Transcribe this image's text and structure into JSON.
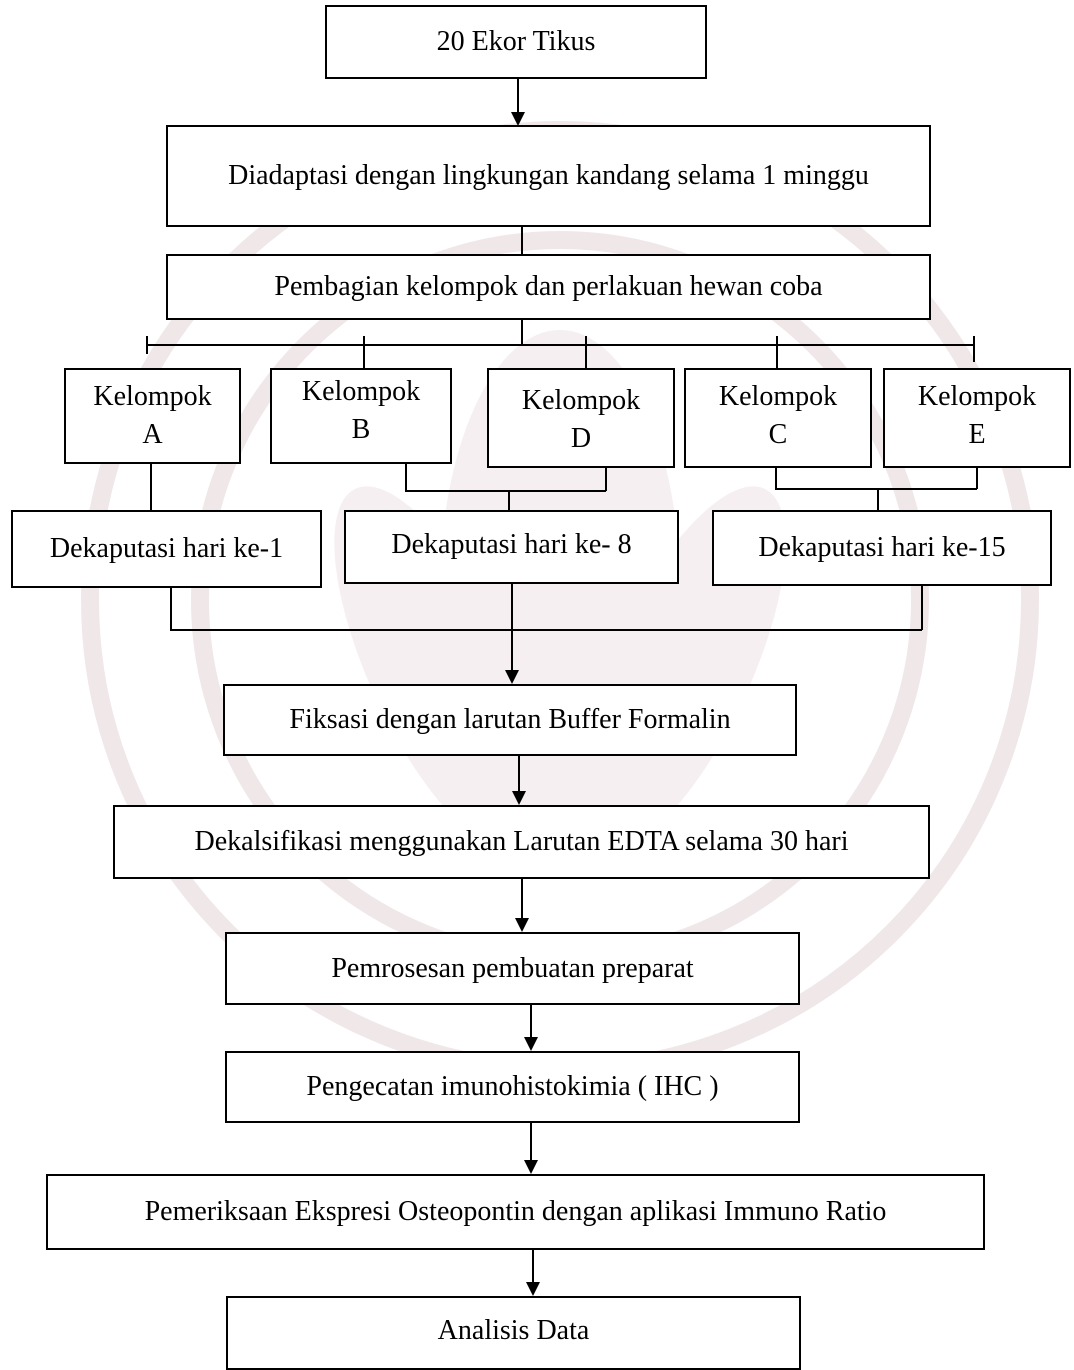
{
  "flowchart": {
    "step1": "20 Ekor Tikus",
    "step2": "Diadaptasi dengan lingkungan kandang selama 1 minggu",
    "step3": "Pembagian kelompok dan perlakuan hewan coba",
    "groups": [
      {
        "line1": "Kelompok",
        "line2": "A"
      },
      {
        "line1": "Kelompok",
        "line2": "B"
      },
      {
        "line1": "Kelompok",
        "line2": "D"
      },
      {
        "line1": "Kelompok",
        "line2": "C"
      },
      {
        "line1": "Kelompok",
        "line2": "E"
      }
    ],
    "decap": [
      "Dekaputasi hari ke-1",
      "Dekaputasi hari ke- 8",
      "Dekaputasi hari ke-15"
    ],
    "step_fiksasi": "Fiksasi dengan larutan Buffer Formalin",
    "step_dekalsifikasi": "Dekalsifikasi menggunakan Larutan EDTA selama 30 hari",
    "step_preparat": "Pemrosesan pembuatan preparat",
    "step_ihc": "Pengecatan imunohistokimia ( IHC )",
    "step_pemeriksaan": "Pemeriksaan Ekspresi Osteopontin dengan aplikasi Immuno Ratio",
    "step_analisis": "Analisis Data"
  },
  "colors": {
    "line": "#000000",
    "watermark": "#f0e7e9"
  }
}
